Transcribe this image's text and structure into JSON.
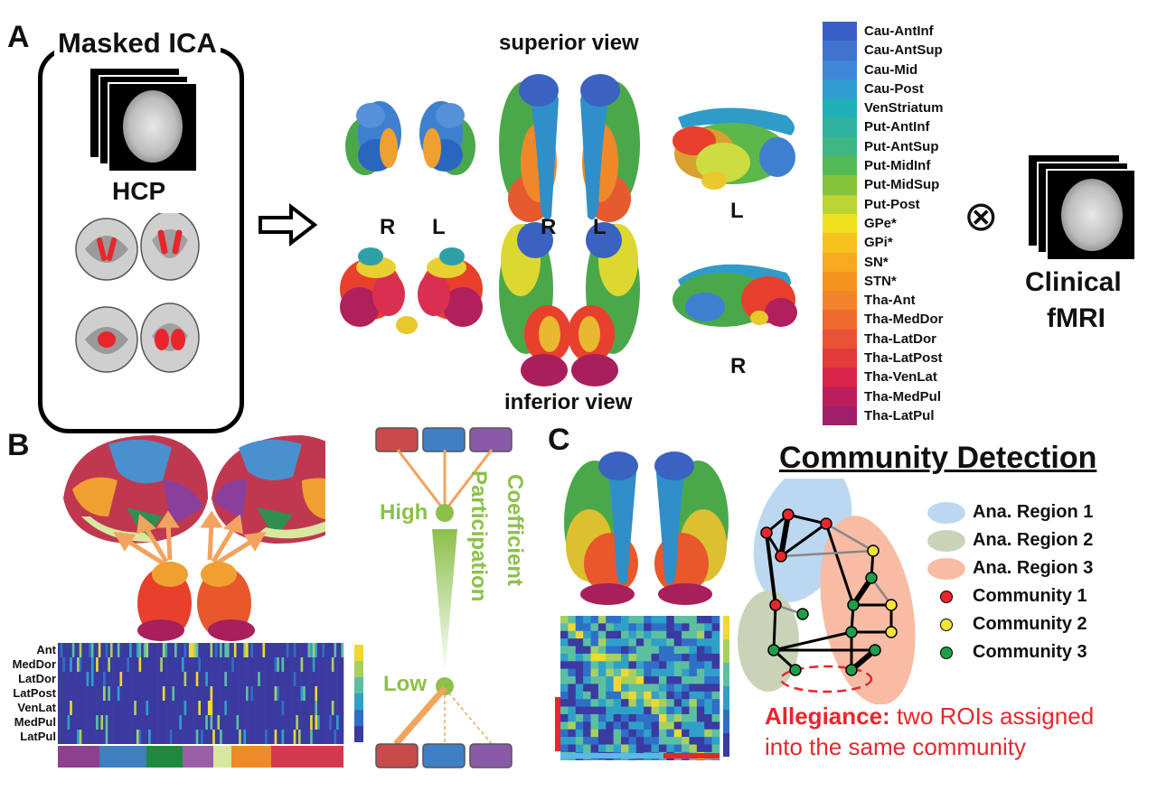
{
  "panelA": {
    "label": "A",
    "title": "Masked ICA",
    "hcp": "HCP",
    "superior": "superior view",
    "inferior": "inferior view",
    "sideLabels": [
      "R",
      "L",
      "R",
      "L",
      "L",
      "R"
    ],
    "clinical": "Clinical",
    "fmri": "fMRI",
    "otimes": "⊗",
    "rois": [
      "Cau-AntInf",
      "Cau-AntSup",
      "Cau-Mid",
      "Cau-Post",
      "VenStriatum",
      "Put-AntInf",
      "Put-AntSup",
      "Put-MidInf",
      "Put-MidSup",
      "Put-Post",
      "GPe*",
      "GPi*",
      "SN*",
      "STN*",
      "Tha-Ant",
      "Tha-MedDor",
      "Tha-LatDor",
      "Tha-LatPost",
      "Tha-VenLat",
      "Tha-MedPul",
      "Tha-LatPul"
    ],
    "roiColors": [
      "#3a5fc4",
      "#3f73cf",
      "#3f86d6",
      "#2f9bd1",
      "#1fb0b8",
      "#2fb3a0",
      "#3fb785",
      "#52bb55",
      "#86c53b",
      "#bcd433",
      "#f0e020",
      "#f7c21e",
      "#f7a91f",
      "#f5931f",
      "#f4842a",
      "#ef6a2f",
      "#ea5237",
      "#e33a3a",
      "#d9244a",
      "#bc1f5d",
      "#9e1f6a"
    ]
  },
  "panelB": {
    "label": "B",
    "heatmapRows": [
      "Ant",
      "MedDor",
      "LatDor",
      "LatPost",
      "VenLat",
      "MedPul",
      "LatPul"
    ],
    "high": "High",
    "low": "Low",
    "participation": "Participation",
    "coefficient": "Coefficient",
    "boxColors": [
      "#c84a4a",
      "#3f7fc4",
      "#8a5aa8"
    ],
    "stripColors": [
      "#8e3f8e",
      "#3f7fc0",
      "#1f8a3f",
      "#9b5fa8",
      "#d8e6a0",
      "#ef8a2a",
      "#d33a4f"
    ]
  },
  "panelC": {
    "label": "C",
    "title": "Community Detection",
    "legend": [
      {
        "label": "Ana. Region 1",
        "kind": "ellipse",
        "color": "#bcd8f0"
      },
      {
        "label": "Ana. Region 2",
        "kind": "ellipse",
        "color": "#c9d3b8"
      },
      {
        "label": "Ana. Region 3",
        "kind": "ellipse",
        "color": "#f7bca3"
      },
      {
        "label": "Community 1",
        "kind": "dot",
        "color": "#e8262c"
      },
      {
        "label": "Community 2",
        "kind": "dot",
        "color": "#f5e23a"
      },
      {
        "label": "Community 3",
        "kind": "dot",
        "color": "#1f9e4a"
      }
    ],
    "allegianceKey": "Allegiance:",
    "allegianceText1": " two ROIs assigned",
    "allegianceText2": "into the same community",
    "allegianceColor": "#e8262c"
  }
}
